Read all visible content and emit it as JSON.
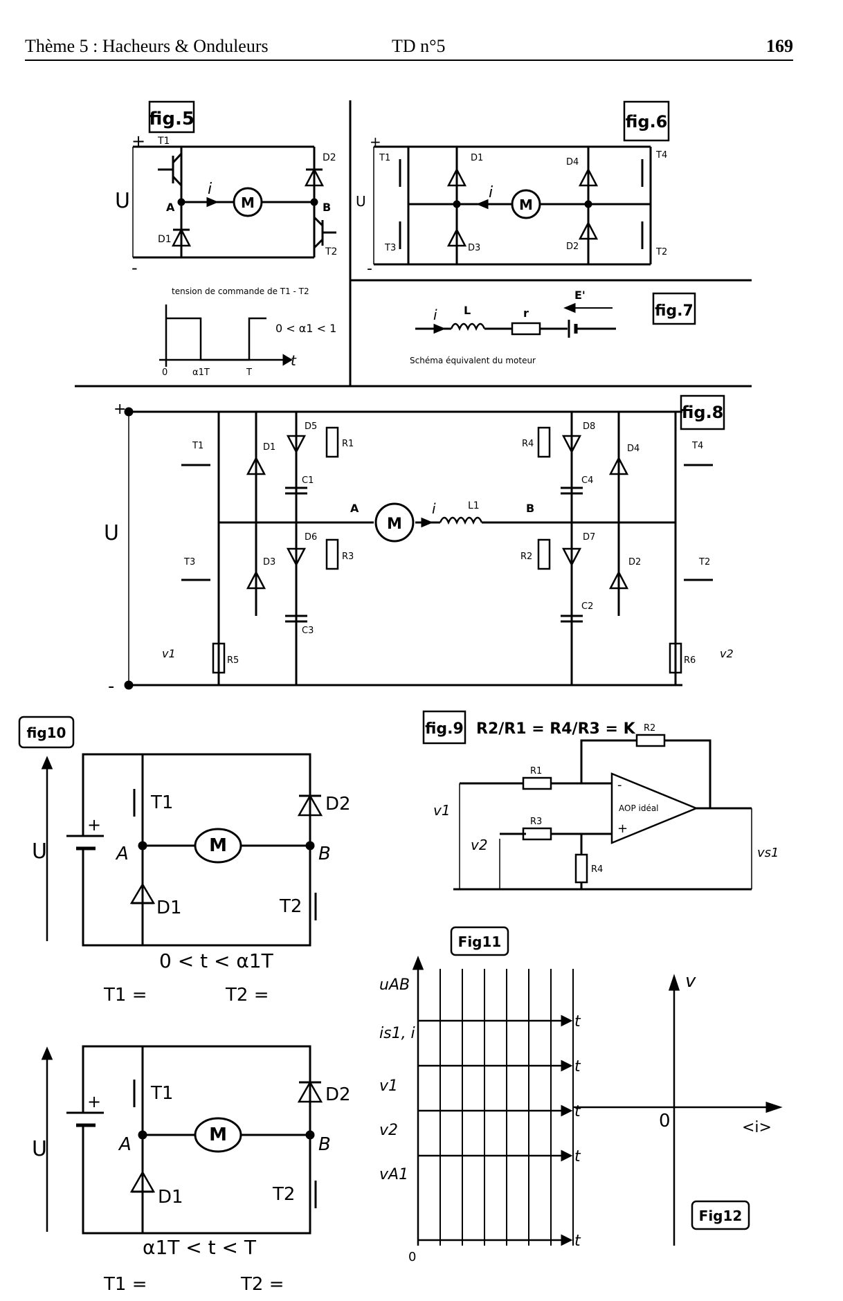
{
  "header": {
    "theme": "Thème 5 : Hacheurs & Onduleurs",
    "td": "TD n°5",
    "page": "169"
  },
  "fig5": {
    "tag": "fig.5",
    "supply": "U",
    "plus": "+",
    "minus": "-",
    "components": [
      "T1",
      "D2",
      "A",
      "M",
      "B",
      "D1",
      "T2",
      "i"
    ],
    "command_title": "tension de commande de T1 - T2",
    "duty_label": "0 < α1 < 1",
    "axis_labels": [
      "0",
      "α1T",
      "T",
      "t"
    ]
  },
  "fig6": {
    "tag": "fig.6",
    "supply": "U",
    "components": [
      "T1",
      "D1",
      "D4",
      "T4",
      "T3",
      "D3",
      "D2",
      "T2",
      "i",
      "M"
    ]
  },
  "fig7": {
    "tag": "fig.7",
    "labels": [
      "i",
      "L",
      "r",
      "E'"
    ],
    "caption": "Schéma équivalent du moteur"
  },
  "fig8": {
    "tag": "fig.8",
    "supply": "U",
    "components": [
      "T1",
      "D1",
      "D5",
      "R1",
      "C1",
      "A",
      "M",
      "i",
      "L1",
      "B",
      "R4",
      "D8",
      "C4",
      "D4",
      "T4",
      "T3",
      "D3",
      "D6",
      "R3",
      "C3",
      "R2",
      "D7",
      "C2",
      "D2",
      "T2",
      "R5",
      "R6"
    ],
    "voltages": [
      "v1",
      "v2"
    ]
  },
  "fig9": {
    "tag": "fig.9",
    "formula": "R2/R1 = R4/R3 = K",
    "opamp": "AOP idéal",
    "labels": [
      "R1",
      "R2",
      "R3",
      "R4",
      "v1",
      "v2",
      "vs1"
    ]
  },
  "fig10": {
    "tag": "fig10",
    "interval1": "0 < t < α1T",
    "interval2": "α1T < t < T",
    "t1_label": "T1 =",
    "t2_label": "T2 =",
    "labels": [
      "U",
      "A",
      "B",
      "T1",
      "T2",
      "D1",
      "D2",
      "M"
    ]
  },
  "fig11": {
    "tag": "Fig11",
    "rows": [
      "uAB",
      "is1, i",
      "v1",
      "v2",
      "vA1"
    ],
    "axis": "t",
    "origin": "0"
  },
  "fig12": {
    "tag": "Fig12",
    "y_label": "v",
    "x_label": "<i>",
    "origin": "0"
  }
}
